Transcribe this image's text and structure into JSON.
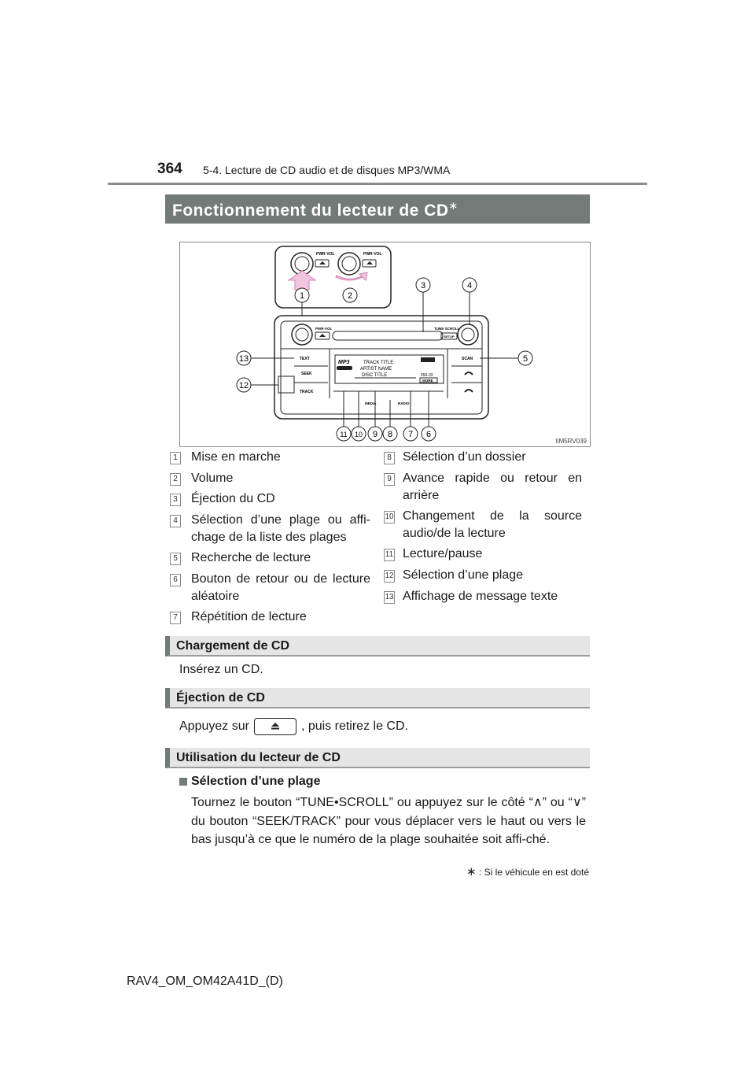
{
  "header": {
    "page_number": "364",
    "chapter": "5-4. Lecture de CD audio et de disques MP3/WMA"
  },
  "title": {
    "text": "Fonctionnement du lecteur de CD",
    "asterisk": "∗"
  },
  "figure": {
    "code": "IIM5RV039",
    "panel_labels": {
      "pwr_vol_1": "PWR·VOL",
      "pwr_vol_2": "PWR·VOL",
      "pwr_vol": "PWR·VOL",
      "tune_scroll": "TUNE·SCROLL",
      "setup": "SETUP",
      "text": "TEXT",
      "seek": "SEEK",
      "track": "TRACK",
      "scan": "SCAN",
      "media": "MEDIA",
      "radio": "RADIO",
      "more": "MORE",
      "track_title": "TRACK TITLE",
      "artist_name": "ARTIST NAME",
      "disc_title": "DISC TITLE",
      "mp3": "MP3",
      "time": "550-33"
    },
    "callouts": [
      "1",
      "2",
      "3",
      "4",
      "5",
      "6",
      "7",
      "8",
      "9",
      "10",
      "11",
      "12",
      "13"
    ]
  },
  "legend": {
    "left": [
      {
        "num": "1",
        "label": "Mise en marche"
      },
      {
        "num": "2",
        "label": "Volume"
      },
      {
        "num": "3",
        "label": "Éjection du CD"
      },
      {
        "num": "4",
        "label": "Sélection d’une plage ou affi-chage de la liste des plages"
      },
      {
        "num": "5",
        "label": "Recherche de lecture"
      },
      {
        "num": "6",
        "label": "Bouton de retour ou de lecture aléatoire"
      },
      {
        "num": "7",
        "label": "Répétition de lecture"
      }
    ],
    "right": [
      {
        "num": "8",
        "label": "Sélection d’un dossier"
      },
      {
        "num": "9",
        "label": "Avance rapide ou retour en arrière"
      },
      {
        "num": "10",
        "label": "Changement de la source audio/de la lecture"
      },
      {
        "num": "11",
        "label": "Lecture/pause"
      },
      {
        "num": "12",
        "label": "Sélection d’une plage"
      },
      {
        "num": "13",
        "label": "Affichage de message texte"
      }
    ]
  },
  "sections": {
    "load": {
      "heading": "Chargement de CD",
      "text": "Insérez un CD."
    },
    "eject": {
      "heading": "Éjection de CD",
      "text_before": "Appuyez sur",
      "text_after": ", puis retirez le CD."
    },
    "use": {
      "heading": "Utilisation du lecteur de CD",
      "subheading": "Sélection d’une plage",
      "paragraph": "Tournez le bouton “TUNE•SCROLL” ou appuyez sur le côté “∧” ou “∨” du bouton “SEEK/TRACK” pour vous déplacer vers le haut ou vers le bas jusqu’à ce que le numéro de la plage souhaitée soit affi-ché."
    }
  },
  "footnote": {
    "asterisk": "∗",
    "text": ": Si le véhicule en est doté"
  },
  "footer": {
    "text": "RAV4_OM_OM42A41D_(D)"
  }
}
